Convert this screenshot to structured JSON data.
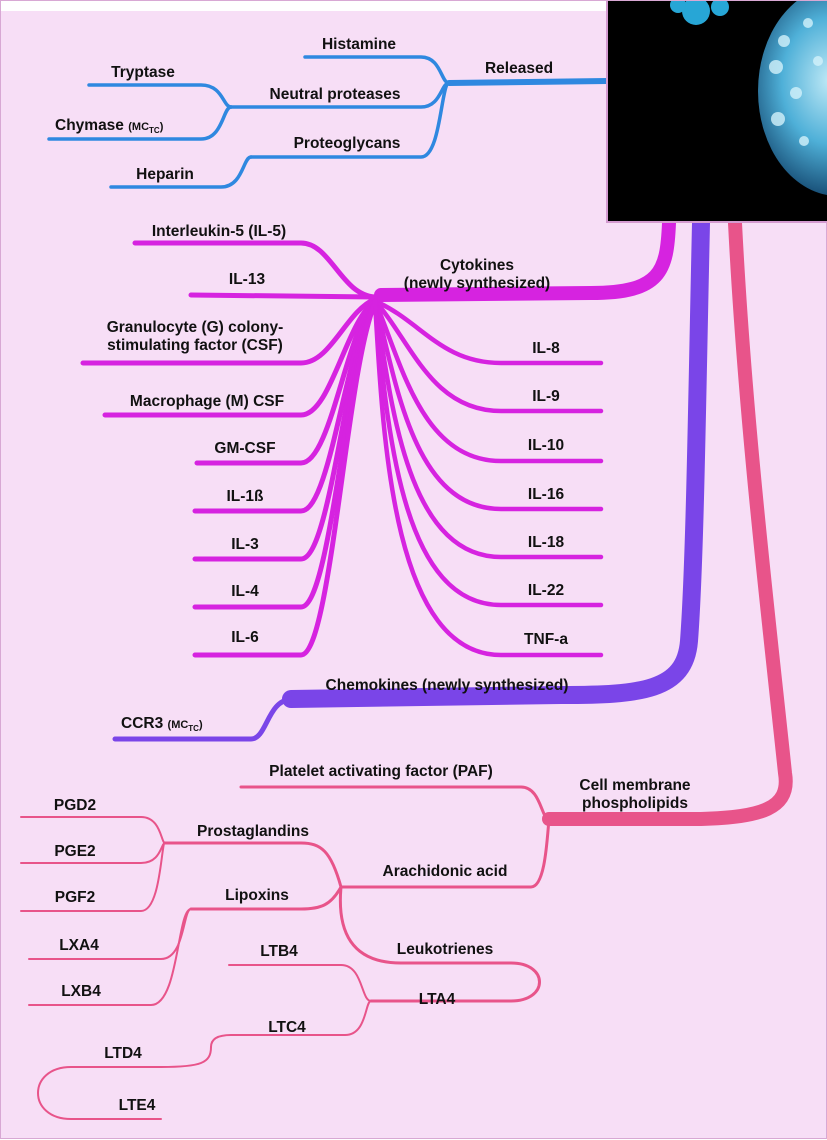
{
  "colors": {
    "background": "#f7def6",
    "released_branch": "#2f88e0",
    "cytokine_branch": "#d623e0",
    "chemokine_branch": "#7a45e8",
    "lipid_branch": "#e8548a"
  },
  "image": {
    "description_icon": "mast-cell-micrograph-icon"
  },
  "released": {
    "label": "Released",
    "histamine": "Histamine",
    "neutral_proteases": "Neutral proteases",
    "tryptase": "Tryptase",
    "chymase": "Chymase",
    "chymase_note": "MC",
    "chymase_note_sub": "TC",
    "proteoglycans": "Proteoglycans",
    "heparin": "Heparin"
  },
  "cytokines": {
    "label_line1": "Cytokines",
    "label_line2": "(newly synthesized)",
    "left": [
      "Interleukin-5 (IL-5)",
      "IL-13",
      "Granulocyte (G) colony-",
      "stimulating factor (CSF)",
      "Macrophage (M) CSF",
      "GM-CSF",
      "IL-1ß",
      "IL-3",
      "IL-4",
      "IL-6"
    ],
    "right": [
      "IL-8",
      "IL-9",
      "IL-10",
      "IL-16",
      "IL-18",
      "IL-22",
      "TNF-a"
    ]
  },
  "chemokines": {
    "label": "Chemokines (newly synthesized)",
    "ccr3": "CCR3",
    "ccr3_note": "MC",
    "ccr3_note_sub": "TC"
  },
  "lipids": {
    "label_line1": "Cell membrane",
    "label_line2": "phospholipids",
    "paf": "Platelet activating factor (PAF)",
    "arachidonic": "Arachidonic acid",
    "prostaglandins": "Prostaglandins",
    "pgd2": "PGD2",
    "pge2": "PGE2",
    "pgf2": "PGF2",
    "lipoxins": "Lipoxins",
    "lxa4": "LXA4",
    "lxb4": "LXB4",
    "leukotrienes": "Leukotrienes",
    "lta4": "LTA4",
    "ltb4": "LTB4",
    "ltc4": "LTC4",
    "ltd4": "LTD4",
    "lte4": "LTE4"
  }
}
